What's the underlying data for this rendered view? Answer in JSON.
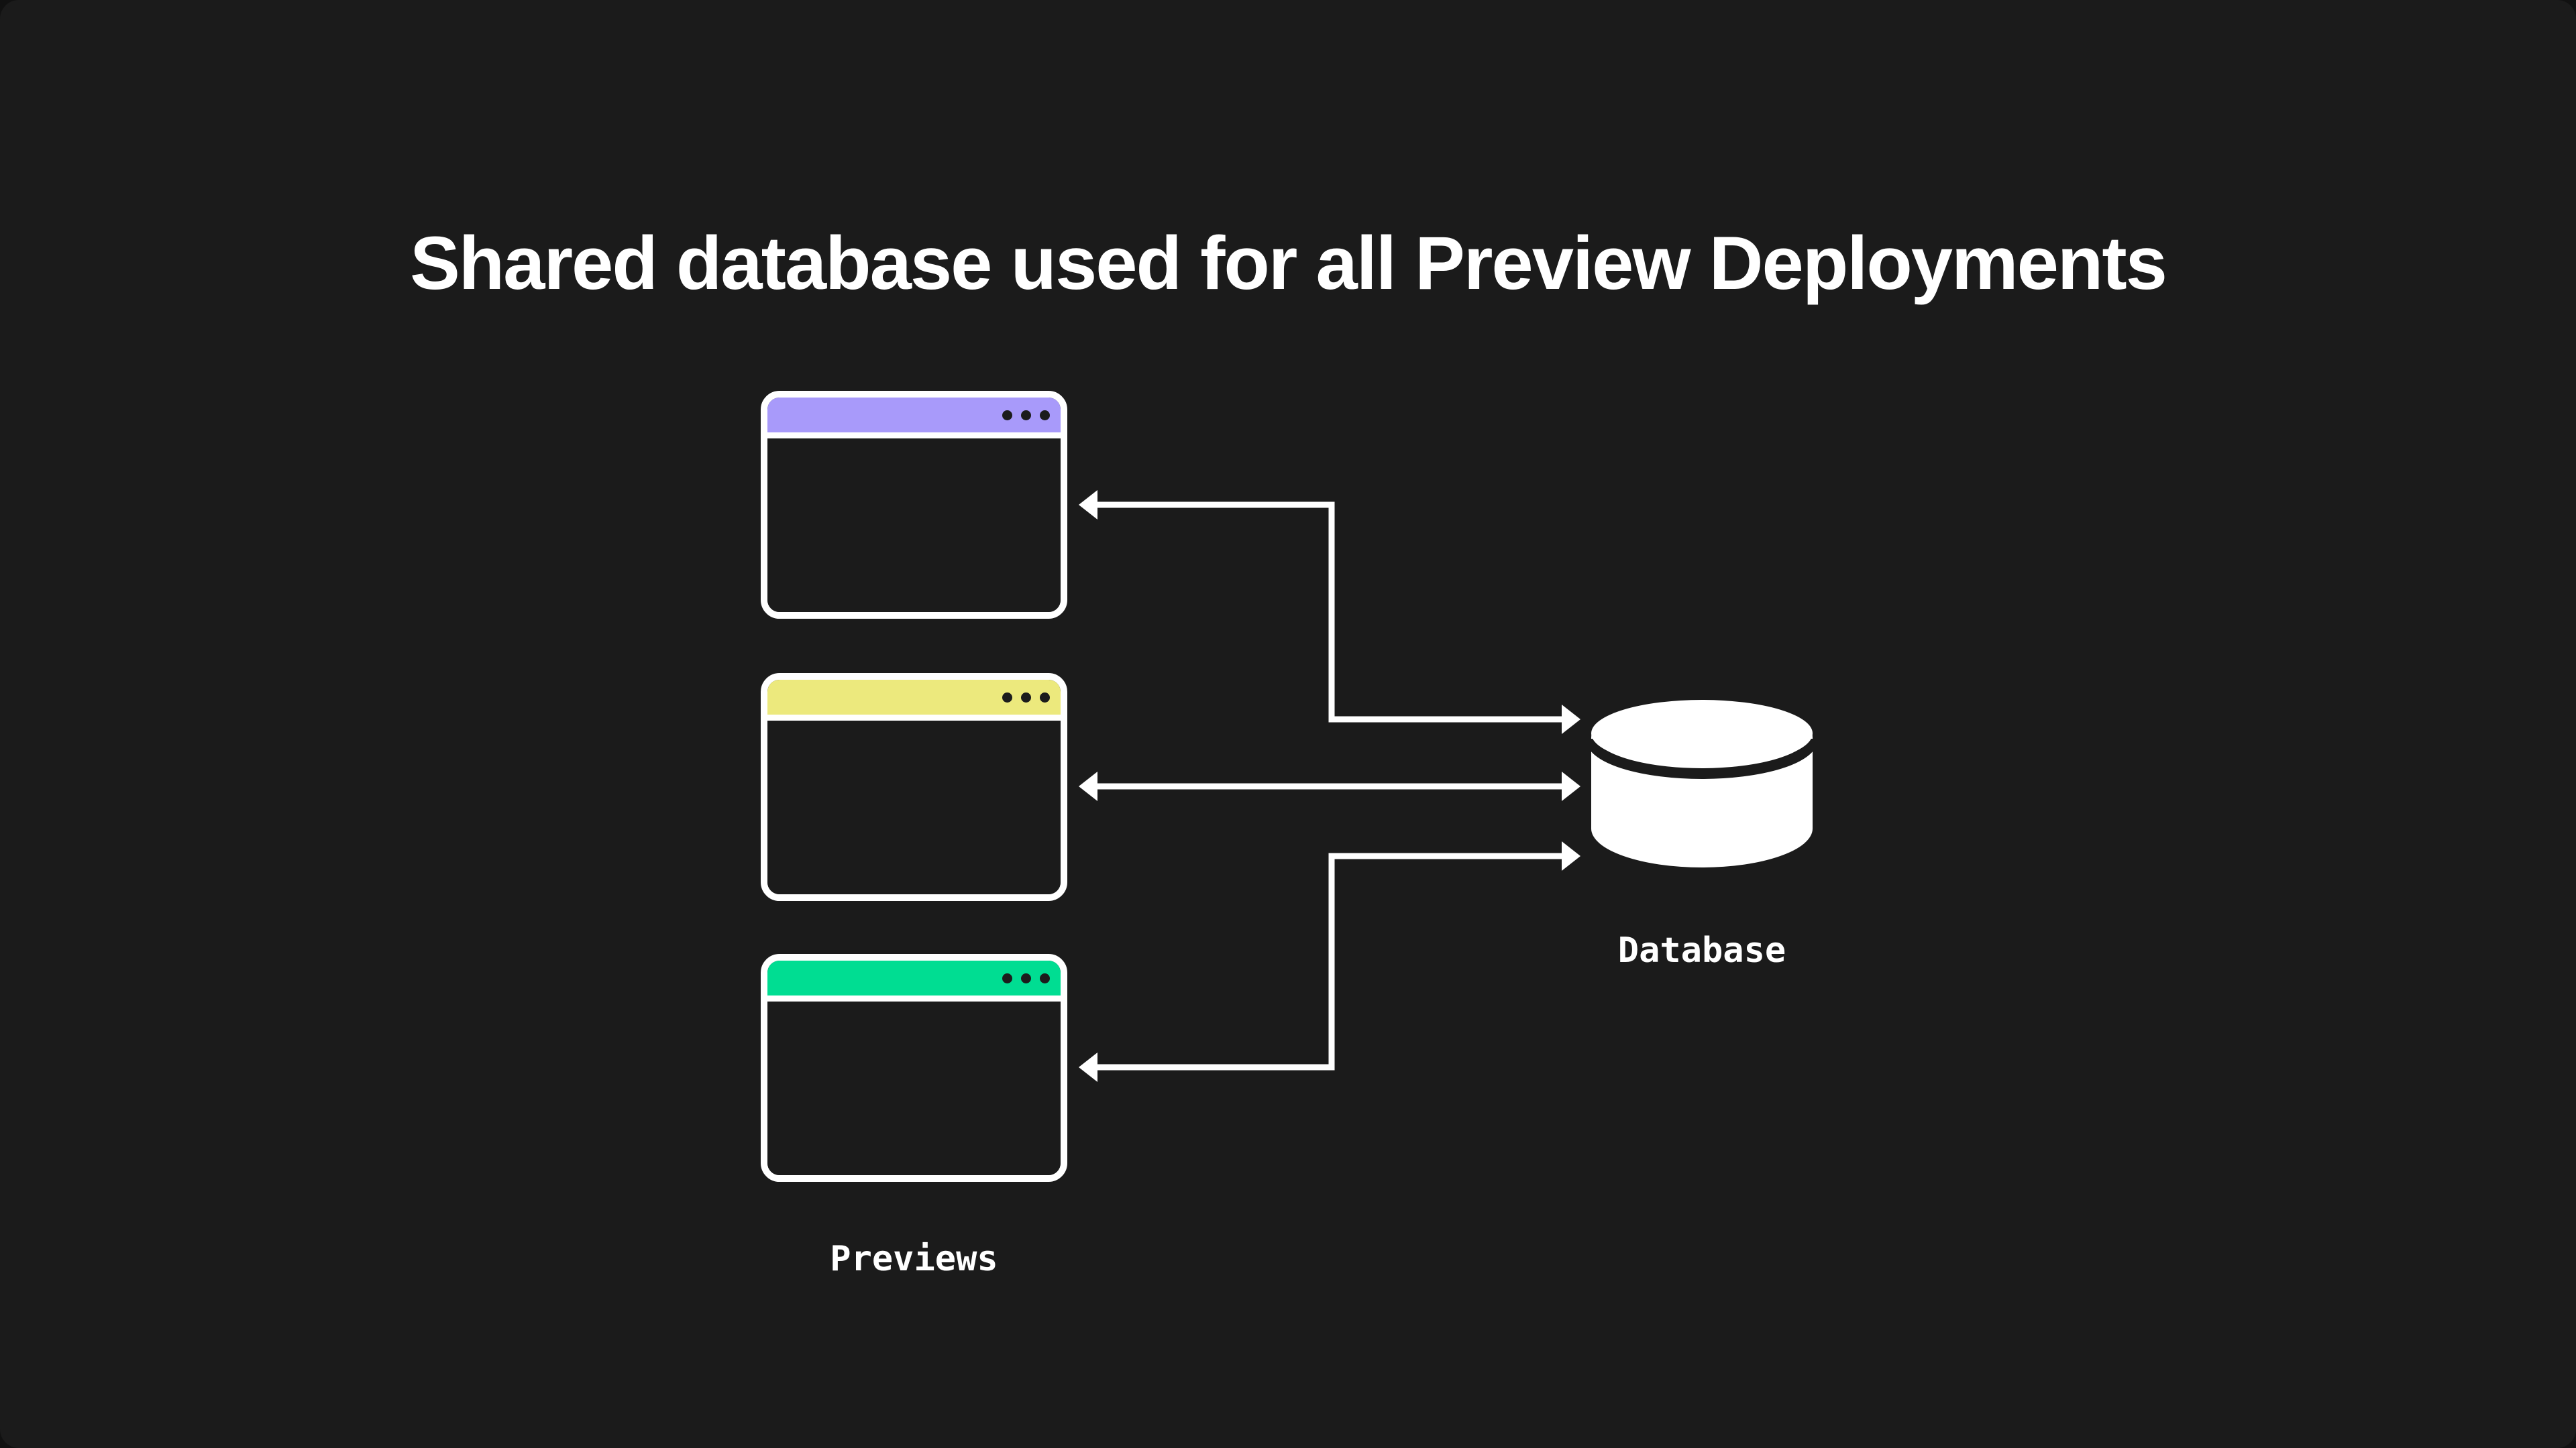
{
  "title": "Shared database used for all Preview Deployments",
  "colors": {
    "background": "#1b1b1b",
    "line": "#ffffff",
    "window_border": "#ffffff",
    "window_body": "#1b1b1b",
    "titlebar_dot": "#1c1c1c",
    "database_fill": "#ffffff"
  },
  "previews": {
    "label": "Previews",
    "windows": [
      {
        "id": "preview-1",
        "titlebar_color": "#a89afa"
      },
      {
        "id": "preview-2",
        "titlebar_color": "#ece97d"
      },
      {
        "id": "preview-3",
        "titlebar_color": "#00dd92"
      }
    ]
  },
  "database": {
    "label": "Database"
  }
}
